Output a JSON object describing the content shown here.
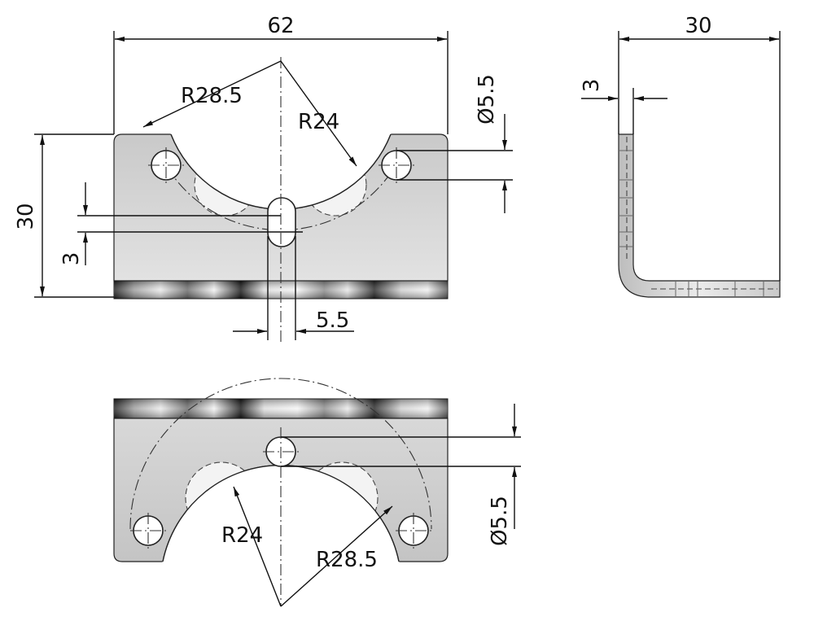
{
  "front_view": {
    "width_label": "62",
    "height_label": "30",
    "large_radius_label": "R28.5",
    "small_radius_label": "R24",
    "hole_dia_label": "Ø5.5",
    "slot_offset_label": "3",
    "slot_width_label": "5.5"
  },
  "side_view": {
    "depth_label": "30",
    "thickness_label": "3"
  },
  "bottom_view": {
    "small_radius_label": "R24",
    "large_radius_label": "R28.5",
    "hole_dia_label": "Ø5.5"
  }
}
